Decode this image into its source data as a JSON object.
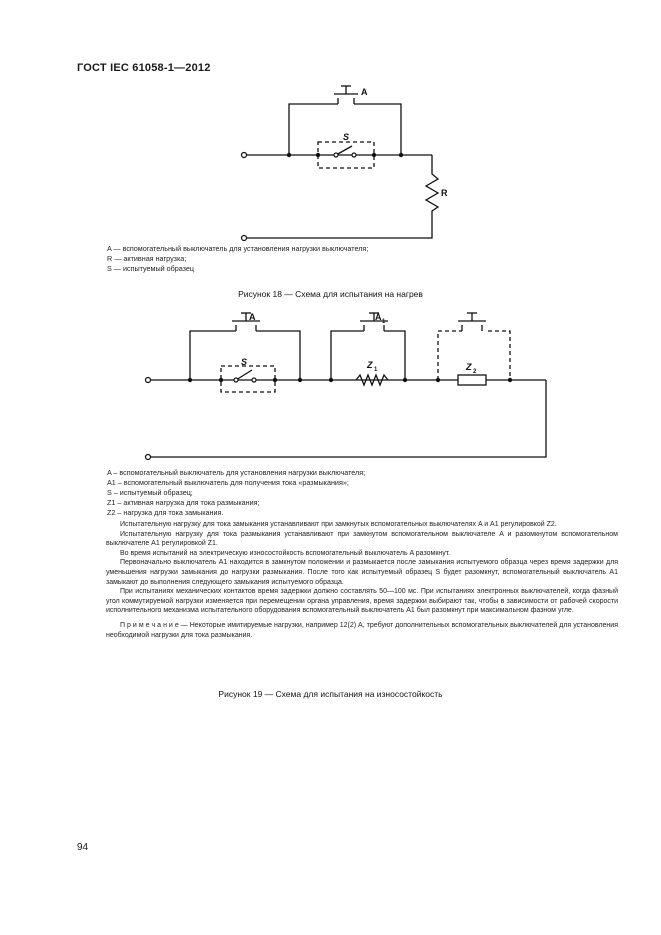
{
  "header": "ГОСТ IEC 61058-1—2012",
  "figure18": {
    "labels": {
      "a": "A",
      "s": "S",
      "r": "R"
    },
    "legend": [
      "A — вспомогательный выключатель для установления нагрузки выключателя;",
      "R — активная нагрузка;",
      "S — испытуемый образец"
    ],
    "caption": "Рисунок 18 — Схема для испытания на нагрев"
  },
  "figure19": {
    "labels": {
      "a": "A",
      "a1": "A",
      "a1_sub": "1",
      "s": "S",
      "z1": "Z",
      "z1_sub": "1",
      "z2": "Z",
      "z2_sub": "2"
    },
    "legend": [
      "A  – вспомогательный выключатель для установления нагрузки выключателя;",
      "A1 – вспомогательный выключатель для получения тока «размыкания»;",
      "S  – испытуемый образец;",
      "Z1 – активная нагрузка для тока размыкания;",
      "Z2 – нагрузка для тока замыкания."
    ],
    "caption": "Рисунок 19 — Схема для испытания на износостойкость"
  },
  "body": {
    "p1": "Испытательную нагрузку для тока замыкания устанавливают при замкнутых вспомогательных выключателях A и A1 регулировкой Z2.",
    "p2": "Испытательную нагрузку для тока размыкания устанавливают при замкнутом вспомогательном выключателе A и разомкнутом вспомогательном выключателе A1 регулировкой Z1.",
    "p3": "Во время испытаний на электрическую износостойкость вспомогательный выключатель A разомкнут.",
    "p4": "Первоначально выключатель A1 находится в замкнутом положении и размыкается после замыкания испытуемого образца через время задержки для уменьшения нагрузки замыкания до нагрузки размыкания. После того как испытуемый образец S будет разомкнут, вспомогательный выключатель A1 замыкают до выполнения следующего замыкания испытуемого образца.",
    "p5": "При испытаниях механических контактов время задержки должно составлять 50—100 мс. При испытаниях электронных выключателей, когда фазный угол коммутируемой нагрузки изменяется при перемещении органа управления, время задержки выбирают так, чтобы в зависимости от рабочей скорости исполнительного механизма испытательного оборудования вспомогательный выключатель A1 был разомкнут при максимальном фазном угле.",
    "note": "П р и м е ч а н и е — Некоторые имитируемые нагрузки, например 12(2) A, требуют дополнительных вспомогательных выключателей для установления необходимой нагрузки для тока размыкания."
  },
  "page_number": "94"
}
